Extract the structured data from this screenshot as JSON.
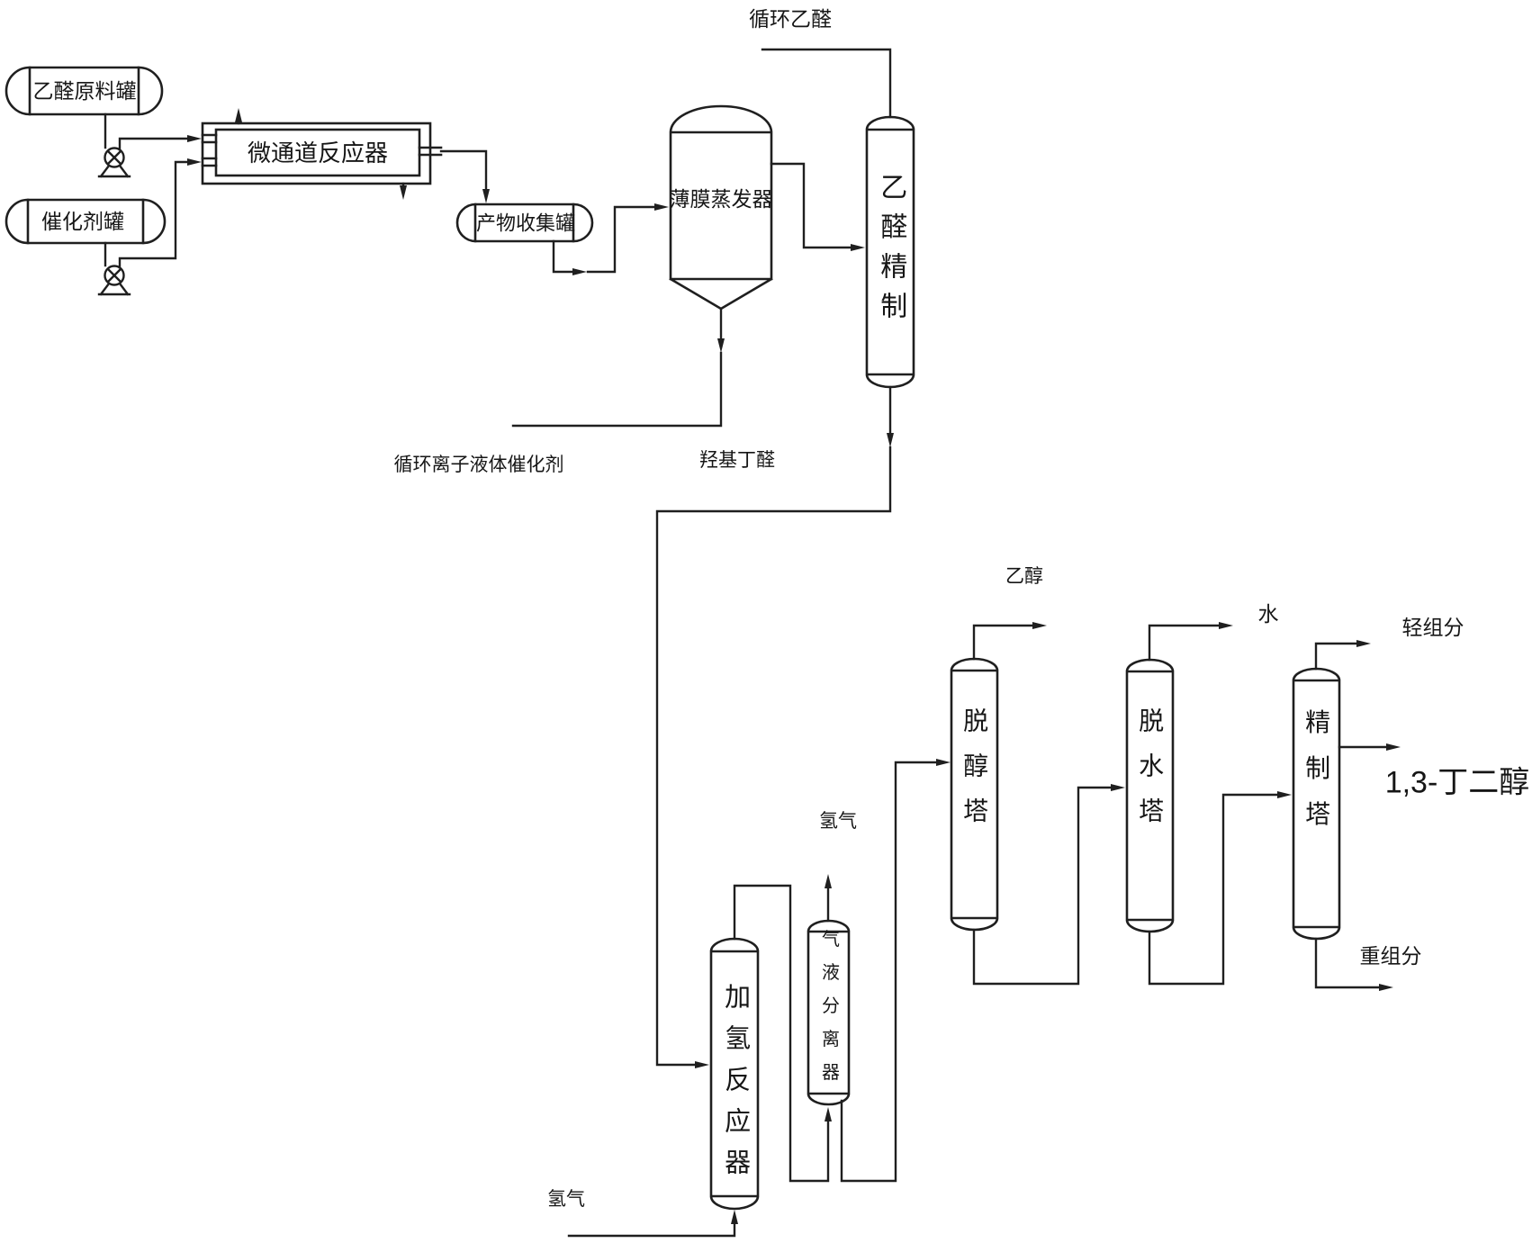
{
  "equipment": {
    "feed_tank": "乙醛原料罐",
    "catalyst_tank": "催化剂罐",
    "microchannel_reactor": "微通道反应器",
    "product_collection_tank": "产物收集罐",
    "thin_film_evaporator": "薄膜蒸发器",
    "acetaldehyde_refining_column": "乙醛精制",
    "hydrogenation_reactor": "加氢反应器",
    "gas_liquid_separator": "气液分离器",
    "dealcoholization_column": "脱醇塔",
    "dehydration_column": "脱水塔",
    "refining_column": "精制塔"
  },
  "streams": {
    "recycled_acetaldehyde": "循环乙醛",
    "recycled_ionic_liquid_catalyst": "循环离子液体催化剂",
    "hydroxybutyraldehyde": "羟基丁醛",
    "ethanol": "乙醇",
    "water": "水",
    "hydrogen_vent": "氢气",
    "hydrogen_feed": "氢气",
    "light_components": "轻组分",
    "heavy_components": "重组分",
    "product_1_3_butanediol": "1,3-丁二醇"
  },
  "colors": {
    "line": "#1f1f1f",
    "background": "#ffffff"
  }
}
